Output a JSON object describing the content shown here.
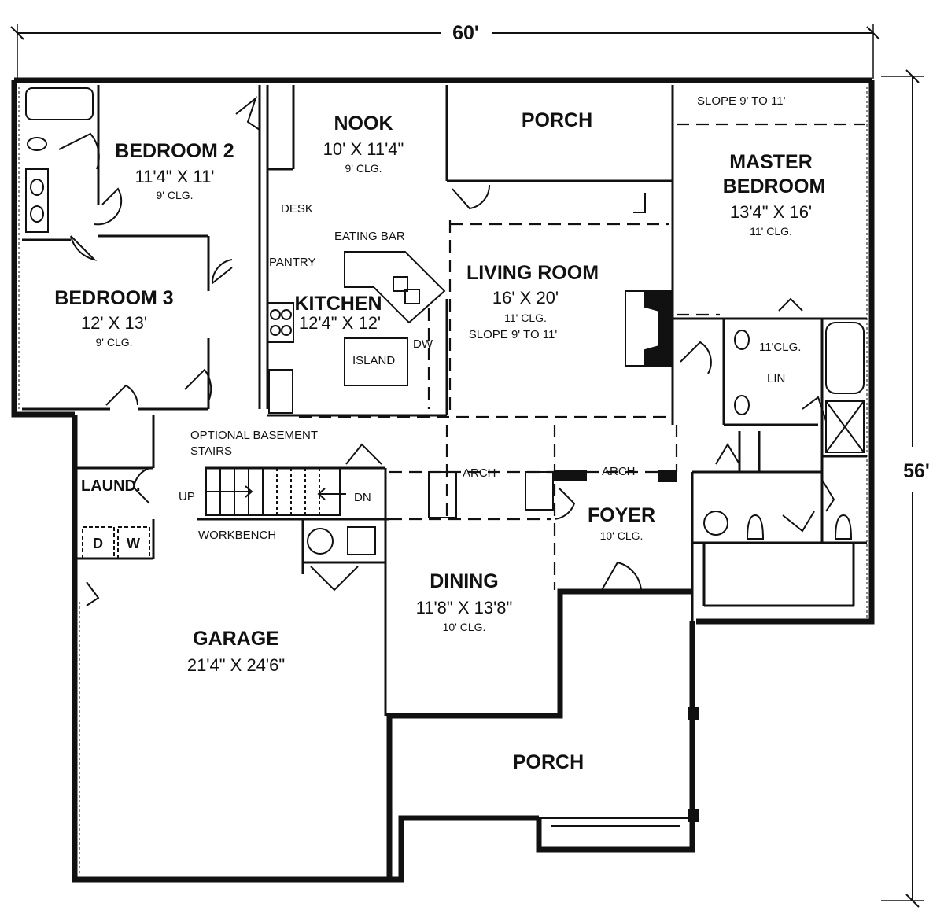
{
  "dimensions": {
    "width": "60'",
    "depth": "56'"
  },
  "rooms": {
    "bedroom2": {
      "name": "BEDROOM 2",
      "size": "11'4\" X 11'",
      "clg": "9' CLG."
    },
    "bedroom3": {
      "name": "BEDROOM 3",
      "size": "12' X 13'",
      "clg": "9' CLG."
    },
    "nook": {
      "name": "NOOK",
      "size": "10' X 11'4\"",
      "clg": "9' CLG."
    },
    "porch_rear": {
      "name": "PORCH"
    },
    "master": {
      "name_line1": "MASTER",
      "name_line2": "BEDROOM",
      "size": "13'4\" X 16'",
      "clg": "11' CLG."
    },
    "kitchen": {
      "name": "KITCHEN",
      "size": "12'4\" X 12'"
    },
    "living": {
      "name": "LIVING ROOM",
      "size": "16' X 20'",
      "clg": "11' CLG.",
      "slope": "SLOPE 9' TO 11'"
    },
    "foyer": {
      "name": "FOYER",
      "clg": "10' CLG."
    },
    "dining": {
      "name": "DINING",
      "size": "11'8\" X 13'8\"",
      "clg": "10' CLG."
    },
    "garage": {
      "name": "GARAGE",
      "size": "21'4\" X 24'6\""
    },
    "porch_front": {
      "name": "PORCH"
    },
    "laundry": {
      "name": "LAUND."
    }
  },
  "notes": {
    "slope_master": "SLOPE 9' TO 11'",
    "desk": "DESK",
    "eating_bar": "EATING BAR",
    "pantry": "PANTRY",
    "island": "ISLAND",
    "dw": "DW",
    "optional_line1": "OPTIONAL BASEMENT",
    "optional_line2": "STAIRS",
    "up": "UP",
    "dn": "DN",
    "arch": "ARCH",
    "workbench": "WORKBENCH",
    "bath_clg": "11'CLG.",
    "lin": "LIN",
    "dryer": "D",
    "washer": "W"
  }
}
